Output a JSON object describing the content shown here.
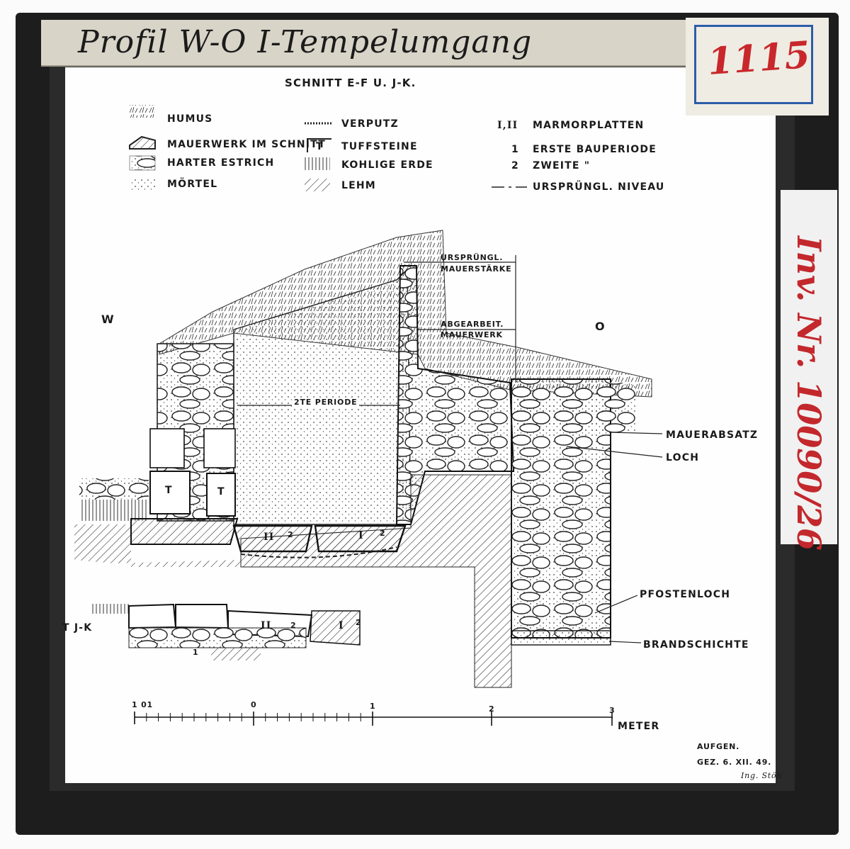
{
  "slide": {
    "top_label": "Profil W-O I-Tempelumgang",
    "stamp_number": "1115",
    "side_label": "Inv. Nr. 10090/26"
  },
  "drawing": {
    "title": "SCHNITT E-F U. J-K.",
    "direction_west": "W",
    "direction_east": "O",
    "legend": [
      {
        "symbol": "humus-hatch",
        "label": "HUMUS"
      },
      {
        "symbol": "masonry-section",
        "label": "MAUERWERK IM SCHNITT"
      },
      {
        "symbol": "hard-screed",
        "label": "HARTER ESTRICH"
      },
      {
        "symbol": "mortar-dots",
        "label": "MÖRTEL"
      },
      {
        "symbol": "plaster-line",
        "label": "VERPUTZ"
      },
      {
        "symbol": "T",
        "label": "TUFFSTEINE"
      },
      {
        "symbol": "vertical-lines",
        "label": "KOHLIGE ERDE"
      },
      {
        "symbol": "diagonal-lines",
        "label": "LEHM"
      },
      {
        "symbol": "I,II",
        "label": "MARMORPLATTEN"
      },
      {
        "symbol": "1",
        "label": "ERSTE BAUPERIODE"
      },
      {
        "symbol": "2",
        "label": "ZWEITE      \""
      },
      {
        "symbol": "dash-dot",
        "label": "URSPRÜNGL. NIVEAU"
      }
    ],
    "annotations": {
      "original_wall_1": "URSPRÜNGL.",
      "original_wall_2": "MAUERSTÄRKE",
      "worked_wall_1": "ABGEARBEIT.",
      "worked_wall_2": "MAUERWERK",
      "second_period": "2TE PERIODE",
      "wall_offset": "MAUERABSATZ",
      "hole": "LOCH",
      "post_hole": "PFOSTENLOCH",
      "burn_layer": "BRANDSCHICHTE",
      "section_jk": "T J-K",
      "slab_II": "II",
      "slab_I": "I",
      "num_2": "2",
      "num_1": "1",
      "tuff_T": "T"
    },
    "scale": {
      "ticks": [
        "1 01",
        "0",
        "1",
        "2",
        "3"
      ],
      "unit": "METER"
    },
    "credits": {
      "line1": "AUFGEN.",
      "line2": "GEZ. 6. XII. 49.",
      "signature": "Ing. Stöh"
    }
  }
}
